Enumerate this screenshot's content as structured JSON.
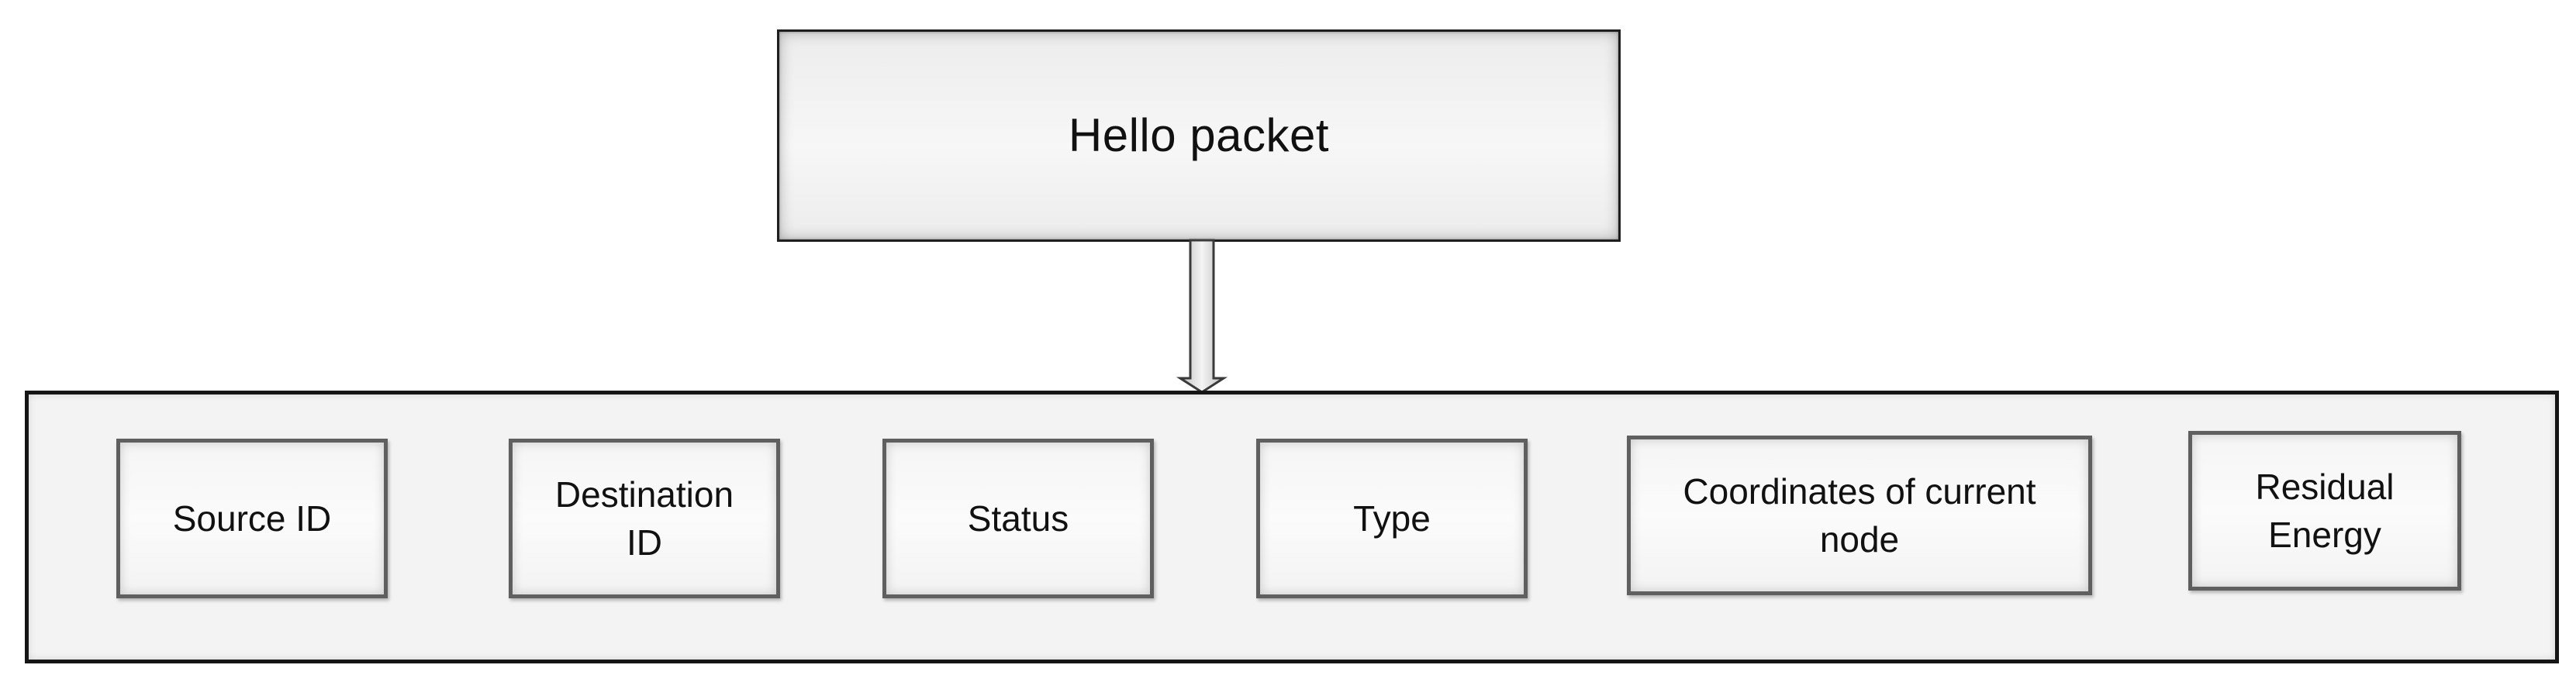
{
  "title": "Hello packet",
  "fields": [
    {
      "label": "Source ID"
    },
    {
      "label": "Destination\nID"
    },
    {
      "label": "Status"
    },
    {
      "label": "Type"
    },
    {
      "label": "Coordinates of current\nnode"
    },
    {
      "label": "Residual\nEnergy"
    }
  ]
}
